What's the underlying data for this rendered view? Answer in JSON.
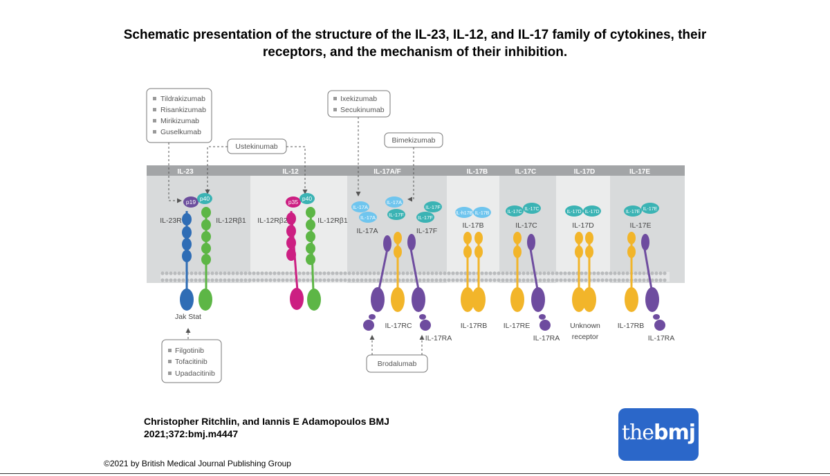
{
  "title_line1": "Schematic presentation of the structure of the IL-23, IL-12, and IL-17 family of cytokines, their",
  "title_line2": "receptors, and the mechanism of their inhibition.",
  "families": {
    "il23": "IL-23",
    "il12": "IL-12",
    "il17af": "IL-17A/F",
    "il17b": "IL-17B",
    "il17c": "IL-17C",
    "il17d": "IL-17D",
    "il17e": "IL-17E"
  },
  "drug_boxes": {
    "il23_inhibitors": [
      "Tildrakizumab",
      "Risankizumab",
      "Mirikizumab",
      "Guselkumab"
    ],
    "il17_inhibitors": [
      "Ixekizumab",
      "Secukinumab"
    ],
    "jak_inhibitors": [
      "Filgotinib",
      "Tofacitinib",
      "Upadacitinib"
    ],
    "ustekinumab": "Ustekinumab",
    "bimekizumab": "Bimekizumab",
    "brodalumab": "Brodalumab"
  },
  "subunits": {
    "p19": "p19",
    "p40a": "p40",
    "p35": "p35",
    "p40b": "p40",
    "il17a": "IL-17A",
    "il17f": "IL-17F",
    "il17b": "IL-h17B",
    "il17b2": "IL-17B",
    "il17c": "IL-17C",
    "il17d": "IL-17D",
    "il17e": "IL-17E"
  },
  "labels": {
    "il23r": "IL-23R",
    "il12rb1_a": "IL-12Rβ1",
    "il12rb2": "IL-12Rβ2",
    "il12rb1_b": "IL-12Rβ1",
    "il17a": "IL-17A",
    "il17f": "IL-17F",
    "il17b": "IL-17B",
    "il17c": "IL-17C",
    "il17d": "IL-17D",
    "il17e": "IL-17E",
    "jak_stat": "Jak Stat",
    "il17rc": "IL-17RC",
    "il17ra_a": "IL-17RA",
    "il17rb_a": "IL-17RB",
    "il17re": "IL-17RE",
    "il17ra_b": "IL-17RA",
    "unknown1": "Unknown",
    "unknown2": "receptor",
    "il17rb_b": "IL-17RB",
    "il17ra_c": "IL-17RA"
  },
  "citation_line1": "Christopher Ritchlin, and Iannis E Adamopoulos BMJ",
  "citation_line2": "2021;372:bmj.m4447",
  "copyright": "©2021 by British Medical Journal Publishing Group",
  "logo_the": "the",
  "logo_bmj": "bmj",
  "colors": {
    "blue": "#2f6db5",
    "green": "#5db646",
    "magenta": "#cc1f82",
    "purple": "#6e4c9f",
    "yellow": "#f2b52a",
    "teal": "#3bb3b4",
    "lightblue": "#6fc5ee",
    "purple_p19": "#6c4e9d",
    "header_bar": "#a3a5a7"
  }
}
